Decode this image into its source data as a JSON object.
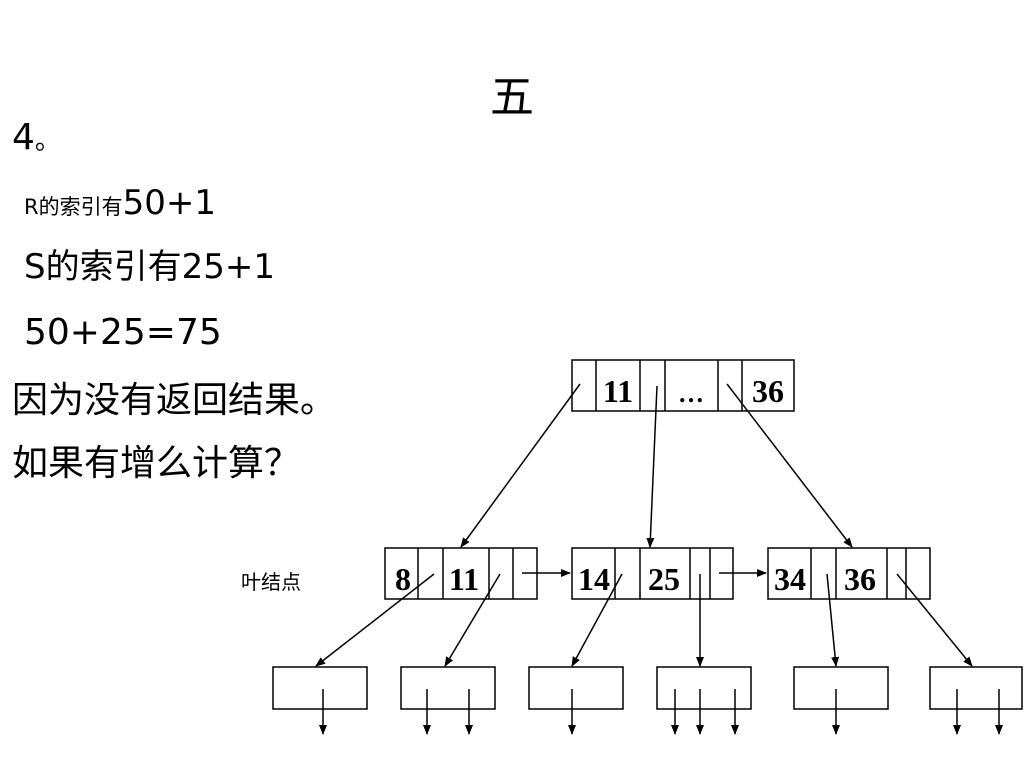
{
  "title": "五",
  "lines": {
    "item_number": "4",
    "item_number_suffix": "。",
    "r_prefix": "R的索引有",
    "r_value": "50+1",
    "s_index": "S的索引有25+1",
    "sum": "50+25=75",
    "reason": "因为没有返回结果。",
    "question": "如果有增么计算？"
  },
  "diagram": {
    "leaf_label": "叶结点",
    "root_keys": [
      "11",
      "…",
      "36"
    ],
    "leaf_nodes": [
      {
        "keys": [
          "8",
          "11"
        ]
      },
      {
        "keys": [
          "14",
          "25"
        ]
      },
      {
        "keys": [
          "34",
          "36"
        ]
      }
    ]
  }
}
